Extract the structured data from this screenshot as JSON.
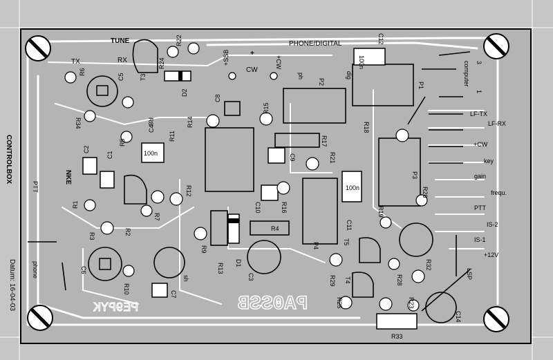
{
  "board": {
    "side_title": "CONTROLBOX",
    "date": "Datum: 16-04-03",
    "mirror_text_1": "PA0SSB",
    "mirror_text_2": "PE9PYK",
    "mirror_text_3": "NKE",
    "header": "PHONE/DIGITAL"
  },
  "top_labels": {
    "tune": "TUNE",
    "tx": "TX",
    "rx": "RX",
    "ssb": "+SSB",
    "cw_plus": "+CW",
    "plus": "+",
    "minus": "—",
    "cw": "CW",
    "ph": "ph",
    "dig": "dig"
  },
  "components": {
    "R6": "R6",
    "C5": "C5",
    "T3": "T3",
    "R24": "R24",
    "R22": "R22",
    "D2": "D2",
    "R8": "R8",
    "R34": "R34",
    "C8": "C8",
    "R14": "R14",
    "R15": "R15",
    "C4": "C4",
    "R5": "R5",
    "R11": "R11",
    "cap_100n_1": "100n",
    "C2": "C2",
    "C1": "C1",
    "R12": "R12",
    "R1": "R1",
    "R7": "R7",
    "R3": "R3",
    "R2": "R2",
    "C6": "C6",
    "R9": "R9",
    "R10": "R10",
    "C7": "C7",
    "sh": "sh",
    "R13": "R13",
    "D1": "D1",
    "C3": "C3",
    "R4": "R4",
    "C10": "C10",
    "R16": "R16",
    "C9": "C9",
    "R17": "R17",
    "R21": "R21",
    "P2": "P2",
    "P1": "P1",
    "C12": "C12",
    "cap_100n_top": "100n",
    "R18": "R18",
    "P3": "P3",
    "cap_100n_2": "100n",
    "C11": "C11",
    "R19": "R19",
    "T5": "T5",
    "P4": "P4",
    "R20": "R20",
    "R29": "R29",
    "T4": "T4",
    "R28": "R28",
    "R25": "R25",
    "R32": "R32",
    "R23": "R23",
    "R33": "R33",
    "C14": "C14",
    "ptt_left": "PTT",
    "phone": "phone",
    "lsp": "LSP"
  },
  "connector_labels": [
    "3",
    "computer",
    "1",
    "LF-TX",
    "LF-RX",
    "+CW",
    "key",
    "gain",
    "frequ.",
    "PTT",
    "IS-2",
    "IS-1",
    "+12V"
  ],
  "colors": {
    "board": "#b4b4b4",
    "background": "#c6c6c6",
    "trace": "#ffffff",
    "silkscreen": "#000000"
  }
}
